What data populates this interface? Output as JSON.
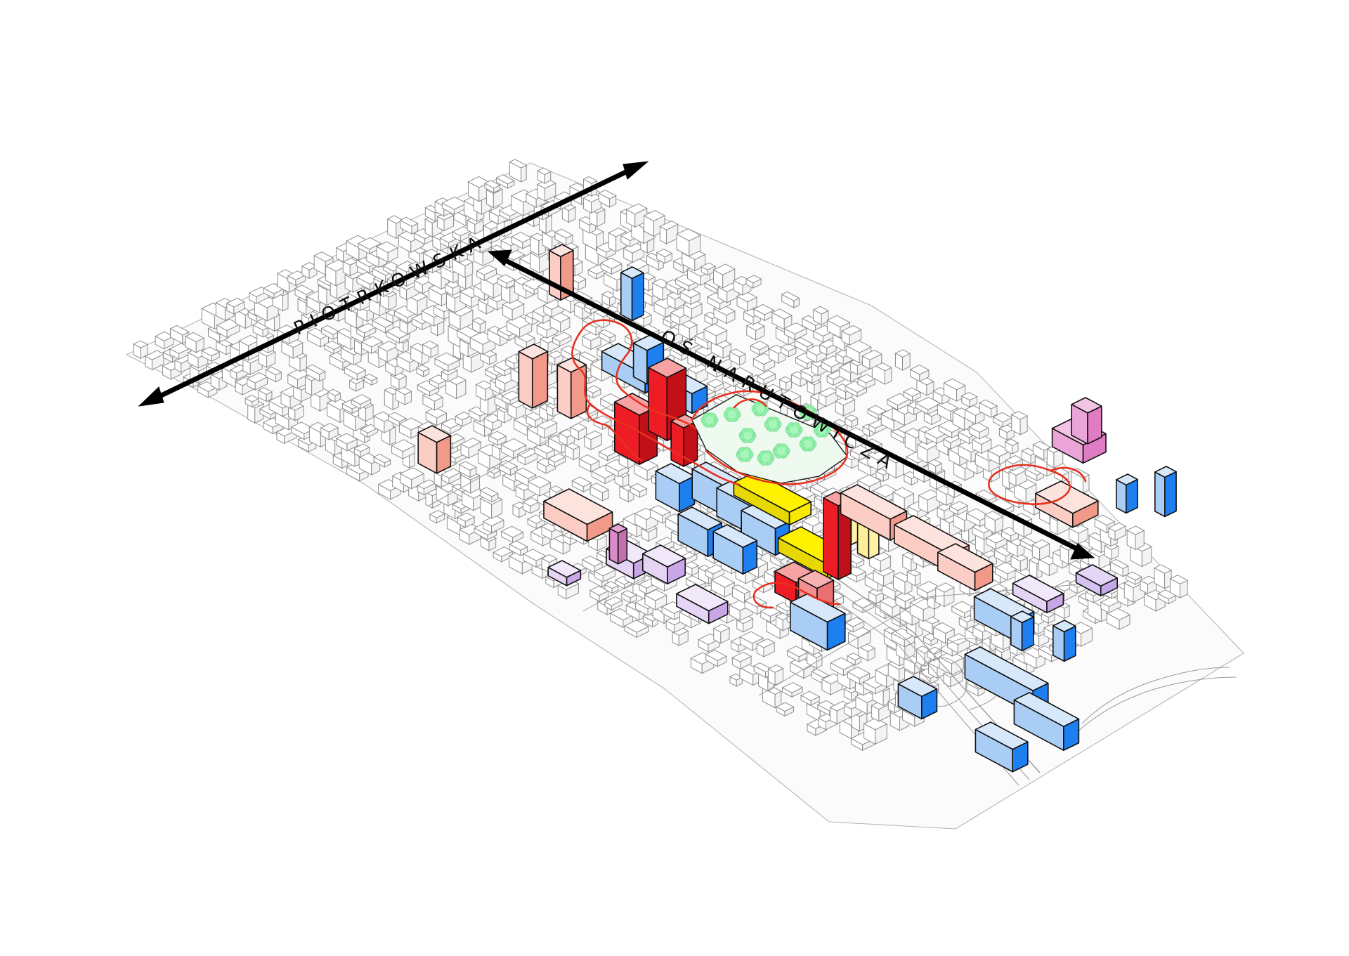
{
  "map": {
    "axes": [
      {
        "id": "piotrkowska",
        "label": "PIOTRKOWSKA"
      },
      {
        "id": "narutowicza",
        "label": "OŚ NARUTOWICZA"
      }
    ],
    "palette": {
      "base_stroke": "#8a8a8a",
      "base_fill": "#ffffff",
      "office_blue": "#1e7ff0",
      "office_blue_light": "#a9cdf5",
      "salmon": "#f29a8a",
      "salmon_light": "#fbcdc4",
      "red": "#ee1c25",
      "red_dark": "#c21018",
      "yellow": "#fff200",
      "yellow_light": "#fff7b3",
      "lilac": "#c9a6e6",
      "lilac_light": "#e5d4f3",
      "pink": "#e07cc4",
      "green": "#8ff0a8",
      "route": "#e8301f",
      "arrow": "#000000"
    }
  }
}
